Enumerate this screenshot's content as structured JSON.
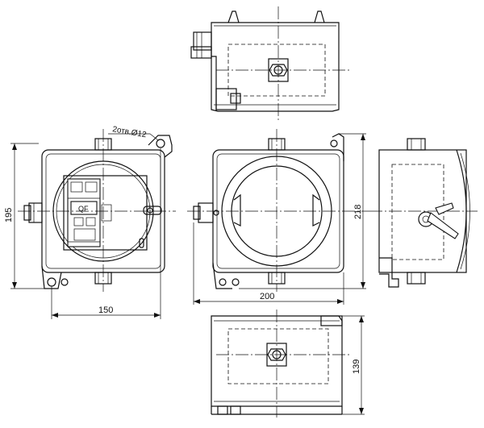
{
  "dimensions": {
    "front_height": "195",
    "front_width": "150",
    "holes_note": "2отв.Ø12",
    "mid_width": "200",
    "mid_height": "218",
    "bottom_height": "139"
  },
  "labels": {
    "breaker_text": "QF"
  }
}
